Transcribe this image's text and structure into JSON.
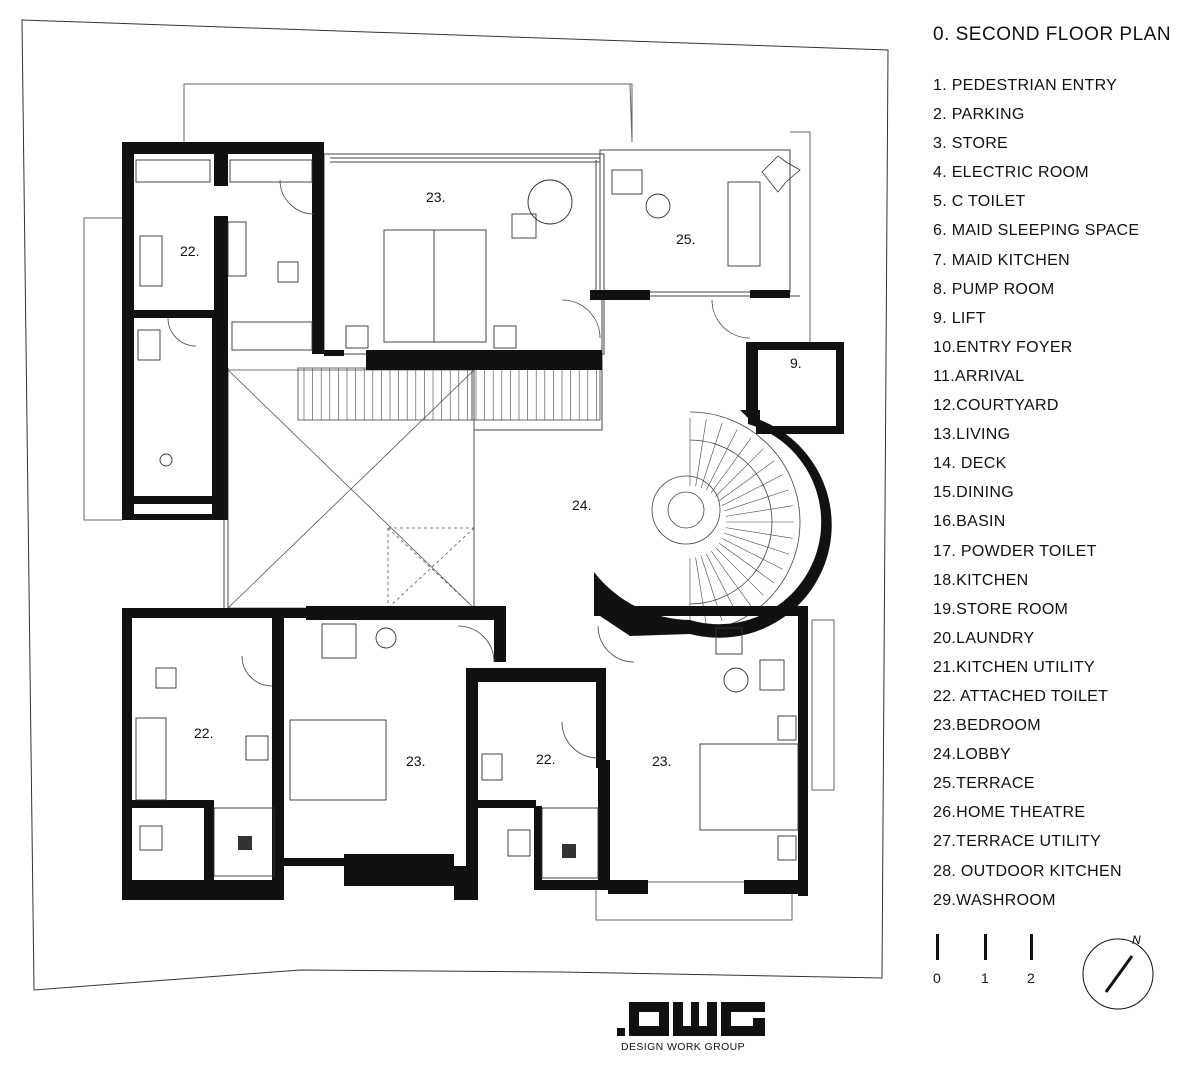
{
  "legend": {
    "title": "0. SECOND FLOOR PLAN",
    "items": [
      "1.  PEDESTRIAN ENTRY",
      "2.  PARKING",
      "3.  STORE",
      "4.  ELECTRIC ROOM",
      "5.  C TOILET",
      "6.  MAID SLEEPING SPACE",
      "7.  MAID KITCHEN",
      "8.  PUMP ROOM",
      "9.  LIFT",
      "10.ENTRY FOYER",
      "11.ARRIVAL",
      "12.COURTYARD",
      "13.LIVING",
      "14. DECK",
      "15.DINING",
      "16.BASIN",
      "17. POWDER TOILET",
      "18.KITCHEN",
      "19.STORE ROOM",
      "20.LAUNDRY",
      "21.KITCHEN UTILITY",
      "22. ATTACHED TOILET",
      "23.BEDROOM",
      "24.LOBBY",
      "25.TERRACE",
      "26.HOME THEATRE",
      "27.TERRACE UTILITY",
      "28. OUTDOOR KITCHEN",
      "29.WASHROOM"
    ]
  },
  "rooms": {
    "toilet_nw": "22.",
    "bedroom_n": "23.",
    "terrace": "25.",
    "lift": "9.",
    "lobby": "24.",
    "toilet_sw": "22.",
    "bedroom_sw": "23.",
    "toilet_s": "22.",
    "bedroom_se": "23."
  },
  "scale_bar": {
    "labels": [
      "0",
      "1",
      "2"
    ]
  },
  "north": {
    "label": "N"
  },
  "logo": {
    "mark": ".DWG",
    "subtitle": "DESIGN WORK GROUP"
  }
}
